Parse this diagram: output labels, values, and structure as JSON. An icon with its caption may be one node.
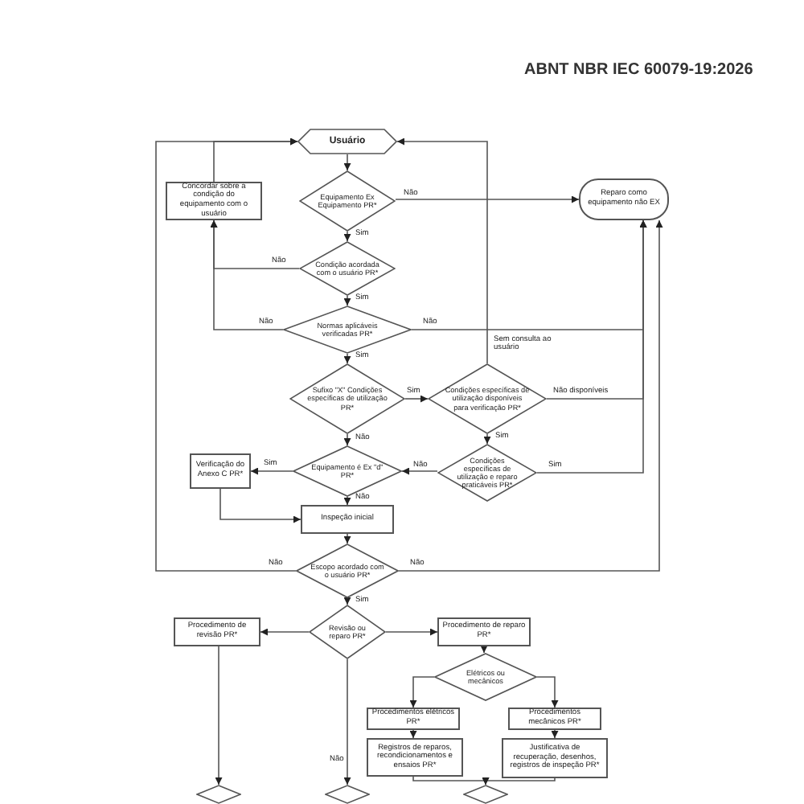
{
  "diagram": {
    "nodes": [
      {
        "text": [
          "Usuário"
        ]
      },
      {
        "text": [
          "Equipamento Ex Equipamento PR*"
        ]
      },
      {
        "text": [
          "Concordar sobre a condição do equipamento com o usuário"
        ]
      },
      {
        "text": [
          "Reparo como equipamento não EX"
        ]
      },
      {
        "text": [
          "Condição acordada com o usuário PR*"
        ]
      },
      {
        "text": [
          "Normas aplicáveis verificadas PR*"
        ]
      },
      {
        "text": [
          "Sufixo \"X\" Condições específicas de utilização PR*"
        ]
      },
      {
        "text": [
          "Condições específicas de utilização disponíveis para verificação PR*"
        ]
      },
      {
        "text": [
          "Condições específicas de utilização e reparo praticáveis PR*"
        ]
      },
      {
        "text": [
          "Equipamento é Ex \"d\" PR*"
        ]
      },
      {
        "text": [
          "Verificação do Anexo C PR*"
        ]
      },
      {
        "text": [
          "Inspeção inicial"
        ]
      },
      {
        "text": [
          "Escopo acordado com o usuário PR*"
        ]
      },
      {
        "text": [
          "Revisão ou reparo PR*"
        ]
      },
      {
        "text": [
          "Procedimento de revisão PR*"
        ]
      },
      {
        "text": [
          "Procedimento de reparo PR*"
        ]
      },
      {
        "text": [
          "Elétricos ou mecânicos"
        ]
      },
      {
        "text": [
          "Procedimentos elétricos PR*"
        ]
      },
      {
        "text": [
          "Procedimentos mecânicos PR*"
        ]
      },
      {
        "text": [
          "Registros de reparos, recondicionamentos e ensaios PR*"
        ]
      },
      {
        "text": [
          "Justificativa de recuperação, desenhos, registros de inspeção PR*"
        ]
      },
      {
        "text": [],
        "shape": "diamond"
      },
      {
        "text": [],
        "shape": "diamond"
      },
      {
        "text": [],
        "shape": "diamond"
      }
    ],
    "edges": [
      {
        "from": 0,
        "to": 1,
        "arrow": "to"
      },
      {
        "from": 1,
        "to": 3,
        "arrow": "to",
        "label": "Não"
      },
      {
        "from": 1,
        "to": 4,
        "arrow": "to",
        "label": "Sim"
      },
      {
        "from": 4,
        "to": 2,
        "arrow": "to",
        "label": "Não"
      },
      {
        "from": 2,
        "to": 0,
        "arrow": "to"
      },
      {
        "from": 4,
        "to": 5,
        "arrow": "to",
        "label": "Sim"
      },
      {
        "from": 5,
        "to": 2,
        "arrow": "to",
        "label": "Não"
      },
      {
        "from": 5,
        "to": 3,
        "arrow": "to",
        "label": "Não"
      },
      {
        "from": 5,
        "to": 6,
        "arrow": "to",
        "label": "Sim"
      },
      {
        "from": 6,
        "to": 7,
        "arrow": "to",
        "label": "Sim"
      },
      {
        "from": 7,
        "to": 3,
        "arrow": "to",
        "label": "Não disponíveis"
      },
      {
        "from": 7,
        "to": 8,
        "arrow": "to",
        "label": "Sim"
      },
      {
        "from": 8,
        "to": 3,
        "arrow": "to",
        "label": "Sim"
      },
      {
        "from": 8,
        "to": 9,
        "arrow": "to",
        "label": "Não"
      },
      {
        "from": 6,
        "to": 9,
        "arrow": "to",
        "label": "Não"
      },
      {
        "from": 9,
        "to": 10,
        "arrow": "to",
        "label": "Sim"
      },
      {
        "from": 9,
        "to": 11,
        "arrow": "to",
        "label": "Não"
      },
      {
        "from": 10,
        "to": 11,
        "arrow": "to"
      },
      {
        "from": 7,
        "to": 0,
        "arrow": "to",
        "label": "Sem consulta ao usuário"
      },
      {
        "from": 11,
        "to": 12,
        "arrow": "to"
      },
      {
        "from": 12,
        "to": 0,
        "arrow": "to",
        "label": "Não"
      },
      {
        "from": 12,
        "to": 3,
        "arrow": "to",
        "label": "Não"
      },
      {
        "from": 12,
        "to": 13,
        "arrow": "to",
        "label": "Sim"
      },
      {
        "from": 13,
        "to": 14,
        "arrow": "to"
      },
      {
        "from": 13,
        "to": 15,
        "arrow": "to"
      },
      {
        "from": 15,
        "to": 16,
        "arrow": "to"
      },
      {
        "from": 16,
        "to": 17,
        "arrow": "to"
      },
      {
        "from": 16,
        "to": 18,
        "arrow": "to"
      },
      {
        "from": 17,
        "to": 19,
        "arrow": "to"
      },
      {
        "from": 18,
        "to": 20,
        "arrow": "to"
      },
      {
        "from": 14,
        "to": 21,
        "arrow": "to"
      },
      {
        "from": 13,
        "to": 22,
        "arrow": "to",
        "label": "Não"
      },
      {
        "from": 19,
        "to": 23,
        "arrow": "to"
      },
      {
        "from": 20,
        "to": 23,
        "arrow": "to"
      }
    ],
    "labels": [
      "ABNT NBR IEC 60079-19:2026"
    ]
  }
}
